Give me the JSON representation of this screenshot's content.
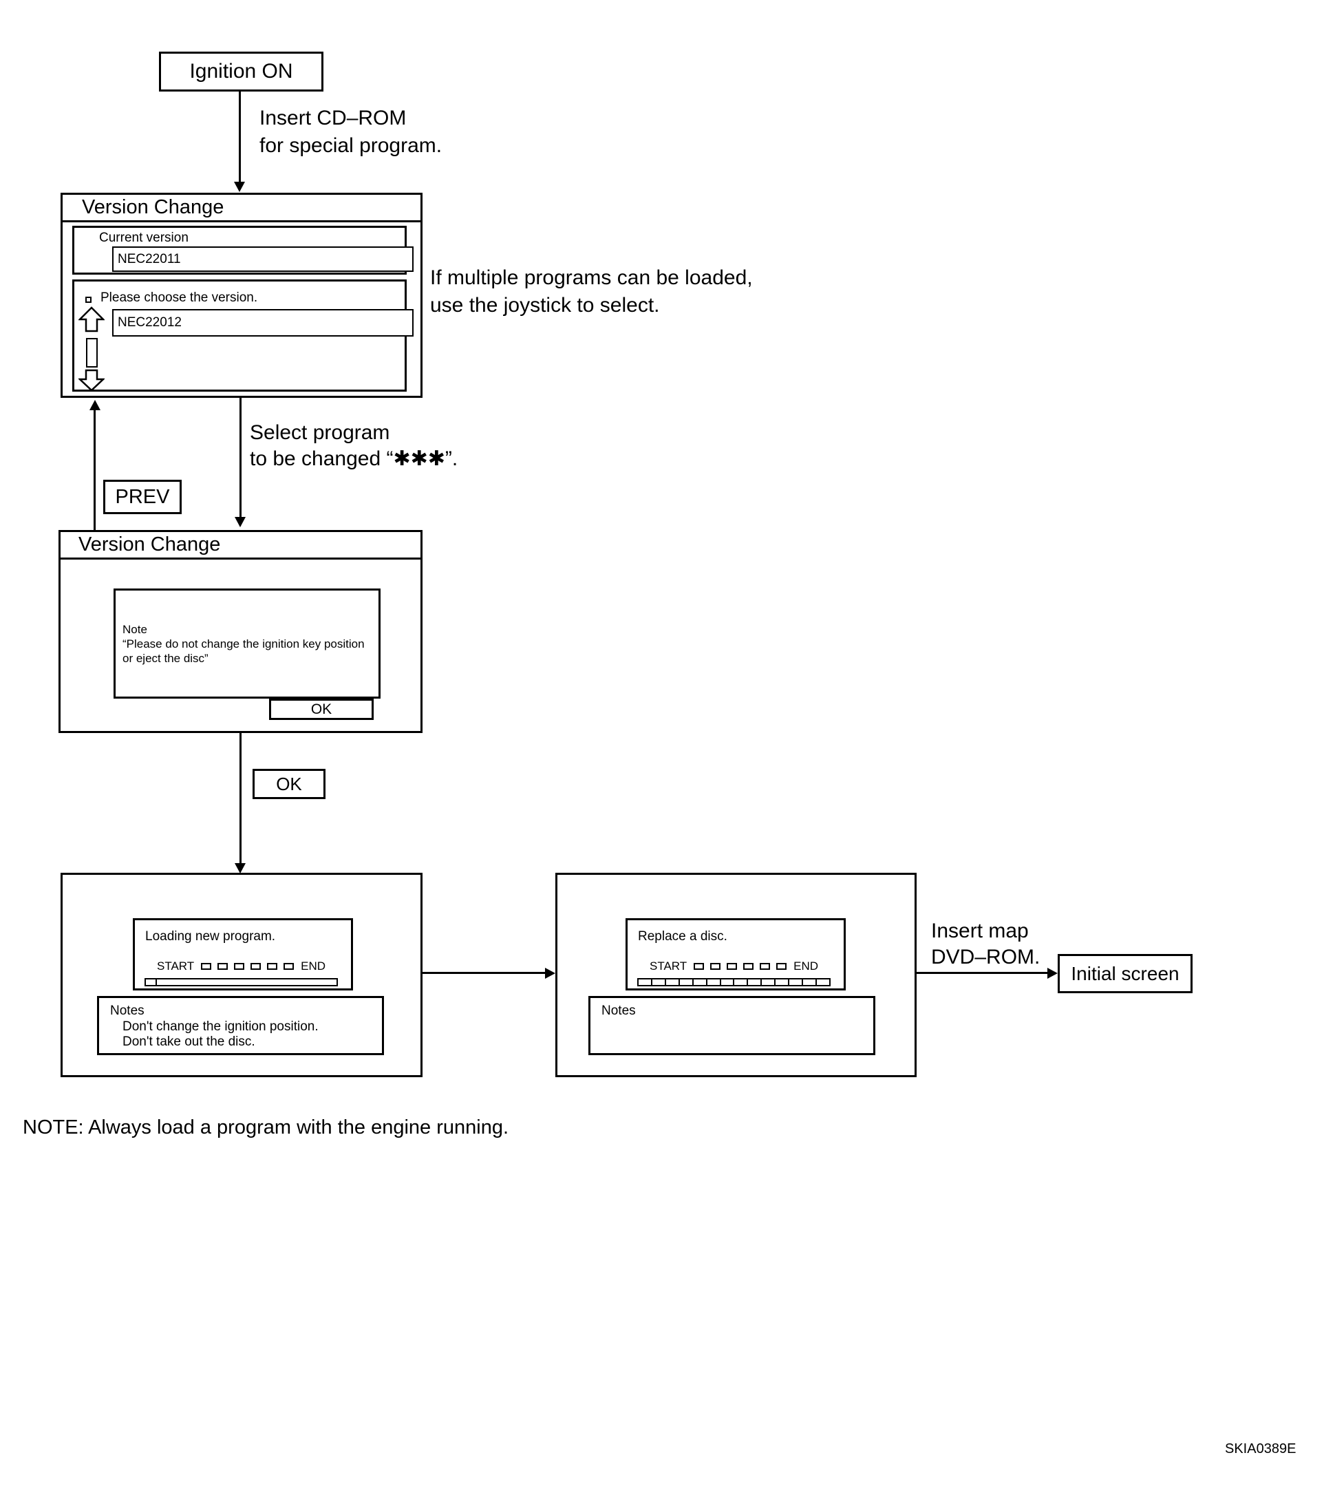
{
  "colors": {
    "ink": "#000000",
    "paper": "#ffffff"
  },
  "flow": {
    "ignition_label": "Ignition ON",
    "insert_cd_line1": "Insert CD–ROM",
    "insert_cd_line2": "for special program.",
    "if_multiple_line1": "If multiple programs can be loaded,",
    "if_multiple_line2": "use the joystick to select.",
    "select_line1": "Select program",
    "select_line2": "to be changed “✱✱✱”.",
    "prev_label": "PREV",
    "ok_label": "OK",
    "insert_map_line1": "Insert map",
    "insert_map_line2": "DVD–ROM.",
    "initial_screen_label": "Initial screen",
    "bottom_note": "NOTE: Always load a program with the engine running.",
    "figure_code": "SKIA0389E"
  },
  "screen1": {
    "title": "Version Change",
    "current_version_label": "Current version",
    "current_version_value": "NEC22011",
    "choose_label": "Please choose the version.",
    "choose_value": "NEC22012"
  },
  "screen2": {
    "title": "Version Change",
    "note_line1": "Note",
    "note_line2": "“Please do not change the ignition key position",
    "note_line3": "or eject the disc”",
    "ok_label": "OK"
  },
  "screen3": {
    "title_label": "Loading new program.",
    "start_label": "START",
    "end_label": "END",
    "segment_count": 6,
    "notes_title": "Notes",
    "note_line1": "Don't change the ignition position.",
    "note_line2": "Don't take out the disc.",
    "bar_cells": 1
  },
  "screen4": {
    "title_label": "Replace a disc.",
    "start_label": "START",
    "end_label": "END",
    "segment_count": 6,
    "notes_title": "Notes",
    "bar_cells": 14
  }
}
